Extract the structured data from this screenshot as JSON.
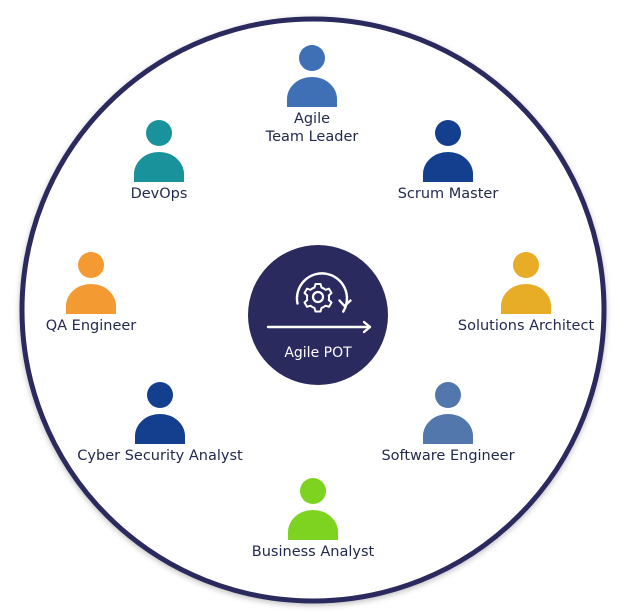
{
  "center": {
    "label": "Agile POT",
    "icon": "agile-cycle-gear-icon",
    "color": "#2b2a5e"
  },
  "ring_color": "#2b2a5e",
  "roles": [
    {
      "id": "agile-team-leader",
      "label": "Agile\nTeam Leader",
      "color": "#3f6fb5"
    },
    {
      "id": "scrum-master",
      "label": "Scrum Master",
      "color": "#143f8f"
    },
    {
      "id": "solutions-architect",
      "label": "Solutions Architect",
      "color": "#e8ad27"
    },
    {
      "id": "software-engineer",
      "label": "Software Engineer",
      "color": "#5277ac"
    },
    {
      "id": "business-analyst",
      "label": "Business Analyst",
      "color": "#7ed321"
    },
    {
      "id": "cyber-security-analyst",
      "label": "Cyber Security Analyst",
      "color": "#143f8f"
    },
    {
      "id": "qa-engineer",
      "label": "QA Engineer",
      "color": "#f39a32"
    },
    {
      "id": "devops",
      "label": "DevOps",
      "color": "#1a929c"
    }
  ]
}
